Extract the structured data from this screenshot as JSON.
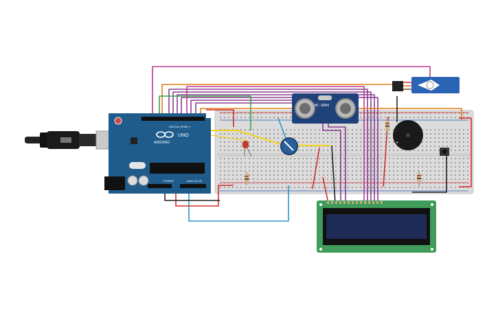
{
  "colors": {
    "breadboard": "#dcdcdc",
    "arduino": "#1f5c8c",
    "lcd_board": "#3f9c5a",
    "lcd_screen": "#1d2b55",
    "sensor": "#20427a",
    "servo": "#2b63b5",
    "wire_purple": "#8a3b8e",
    "wire_magenta": "#b83a8f",
    "wire_orange": "#e07b1a",
    "wire_yellow": "#f1d21a",
    "wire_green": "#3aa04a",
    "wire_red": "#d42a2a",
    "wire_black": "#222222",
    "wire_blue": "#2b97c9"
  },
  "arduino": {
    "logo": "ARDUINO",
    "model": "UNO",
    "digital_label": "DIGITAL (PWM~)",
    "power_label": "POWER",
    "analog_label": "ANALOG IN"
  },
  "sensor": {
    "label": "HC-SR04"
  },
  "components": {
    "usb_cable": "usb-cable-icon",
    "potentiometer": "potentiometer-icon",
    "led": "led-icon",
    "buzzer": "buzzer-icon",
    "pushbutton": "pushbutton-icon",
    "servo": "servo-icon",
    "resistor": "resistor-icon"
  }
}
